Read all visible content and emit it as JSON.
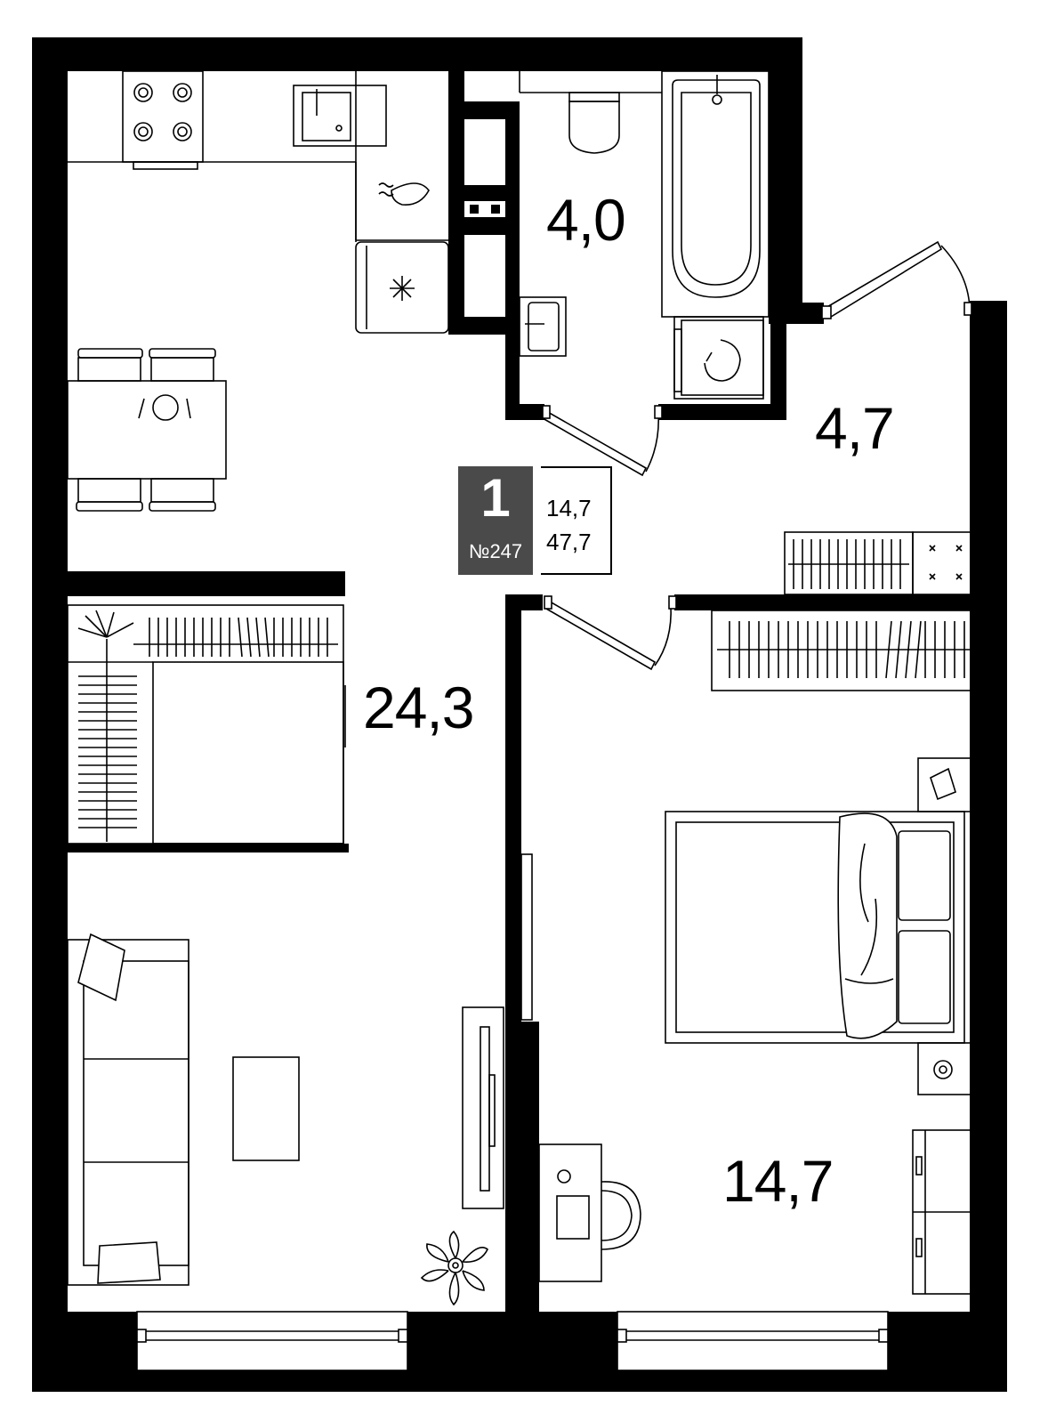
{
  "rooms": {
    "bathroom_area": "4,0",
    "hallway_area": "4,7",
    "living_area": "24,3",
    "bedroom_area": "14,7"
  },
  "apartment": {
    "rooms_count": "1",
    "number": "№247",
    "living_space": "14,7",
    "total_space": "47,7"
  },
  "colors": {
    "wall": "#000000",
    "badge": "#4a4a4a",
    "background": "#ffffff"
  }
}
